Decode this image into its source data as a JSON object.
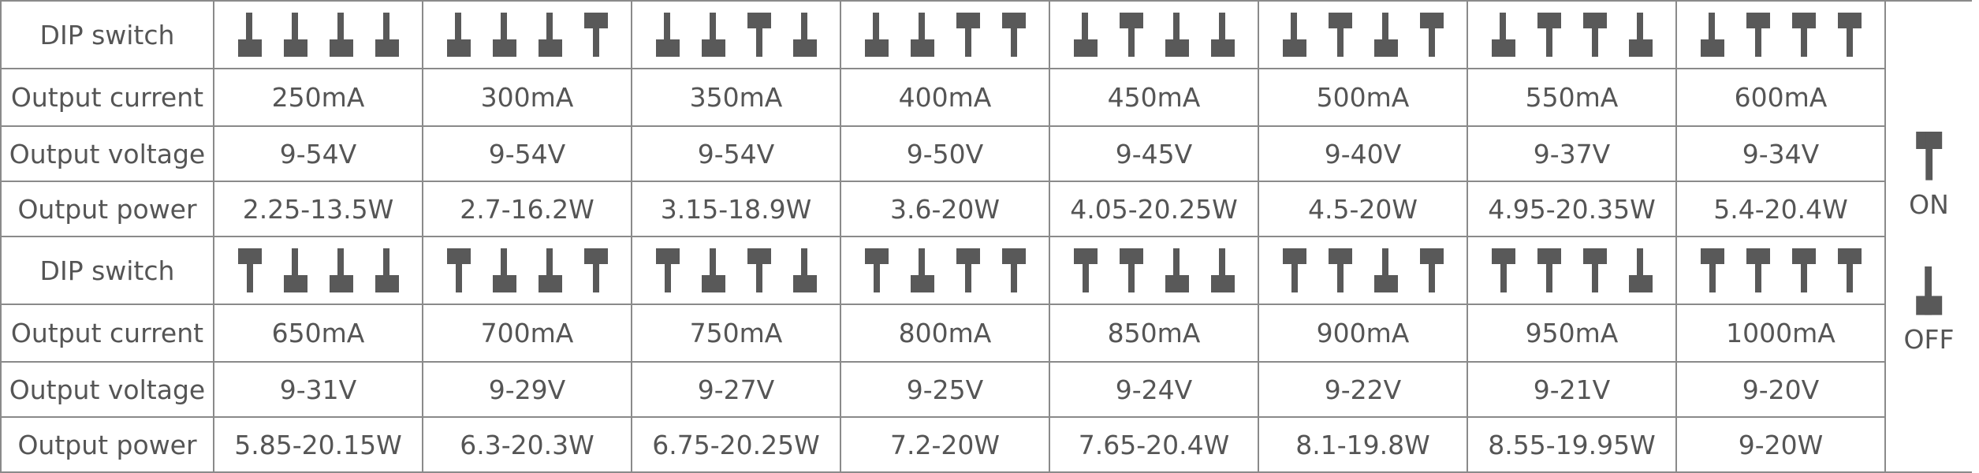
{
  "colors": {
    "text": "#555555",
    "grid": "#8a8a8a",
    "switch": "#595959"
  },
  "row_labels": [
    "DIP switch",
    "Output current",
    "Output voltage",
    "Output power"
  ],
  "blocks": [
    {
      "columns": [
        {
          "switches": [
            "off",
            "off",
            "off",
            "off"
          ],
          "current": "250mA",
          "voltage": "9-54V",
          "power": "2.25-13.5W"
        },
        {
          "switches": [
            "off",
            "off",
            "off",
            "on"
          ],
          "current": "300mA",
          "voltage": "9-54V",
          "power": "2.7-16.2W"
        },
        {
          "switches": [
            "off",
            "off",
            "on",
            "off"
          ],
          "current": "350mA",
          "voltage": "9-54V",
          "power": "3.15-18.9W"
        },
        {
          "switches": [
            "off",
            "off",
            "on",
            "on"
          ],
          "current": "400mA",
          "voltage": "9-50V",
          "power": "3.6-20W"
        },
        {
          "switches": [
            "off",
            "on",
            "off",
            "off"
          ],
          "current": "450mA",
          "voltage": "9-45V",
          "power": "4.05-20.25W"
        },
        {
          "switches": [
            "off",
            "on",
            "off",
            "on"
          ],
          "current": "500mA",
          "voltage": "9-40V",
          "power": "4.5-20W"
        },
        {
          "switches": [
            "off",
            "on",
            "on",
            "off"
          ],
          "current": "550mA",
          "voltage": "9-37V",
          "power": "4.95-20.35W"
        },
        {
          "switches": [
            "off",
            "on",
            "on",
            "on"
          ],
          "current": "600mA",
          "voltage": "9-34V",
          "power": "5.4-20.4W"
        }
      ]
    },
    {
      "columns": [
        {
          "switches": [
            "on",
            "off",
            "off",
            "off"
          ],
          "current": "650mA",
          "voltage": "9-31V",
          "power": "5.85-20.15W"
        },
        {
          "switches": [
            "on",
            "off",
            "off",
            "on"
          ],
          "current": "700mA",
          "voltage": "9-29V",
          "power": "6.3-20.3W"
        },
        {
          "switches": [
            "on",
            "off",
            "on",
            "off"
          ],
          "current": "750mA",
          "voltage": "9-27V",
          "power": "6.75-20.25W"
        },
        {
          "switches": [
            "on",
            "off",
            "on",
            "on"
          ],
          "current": "800mA",
          "voltage": "9-25V",
          "power": "7.2-20W"
        },
        {
          "switches": [
            "on",
            "on",
            "off",
            "off"
          ],
          "current": "850mA",
          "voltage": "9-24V",
          "power": "7.65-20.4W"
        },
        {
          "switches": [
            "on",
            "on",
            "off",
            "on"
          ],
          "current": "900mA",
          "voltage": "9-22V",
          "power": "8.1-19.8W"
        },
        {
          "switches": [
            "on",
            "on",
            "on",
            "off"
          ],
          "current": "950mA",
          "voltage": "9-21V",
          "power": "8.55-19.95W"
        },
        {
          "switches": [
            "on",
            "on",
            "on",
            "on"
          ],
          "current": "1000mA",
          "voltage": "9-20V",
          "power": "9-20W"
        }
      ]
    }
  ],
  "legend": {
    "on_label": "ON",
    "off_label": "OFF"
  }
}
